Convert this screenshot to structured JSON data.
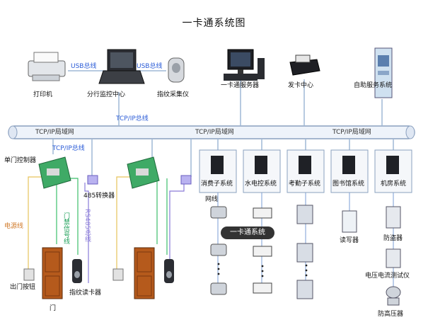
{
  "title": "一卡通系统图",
  "top": {
    "printer": "打印机",
    "monitor_center": "分行监控中心",
    "fingerprint_collector": "指纹采集仪",
    "server": "一卡通服务器",
    "card_center": "发卡中心",
    "self_service": "自助服务系统"
  },
  "links": {
    "usb1": "USB总线",
    "usb2": "USB总线",
    "tcpip_bus": "TCP/IP总线",
    "tcpip_bus2": "TCP/IP总线",
    "lan1": "TCP/IP局域网",
    "lan2": "TCP/IP局域网",
    "lan3": "TCP/IP局域网"
  },
  "left": {
    "door_controller": "单门控制器",
    "converter": "485转换器",
    "power_line": "电源线",
    "door_signal_line": "门禁信号线",
    "rs485": "RS485总线",
    "exit_button": "出门按钮",
    "door": "门",
    "fp_reader": "指纹读卡器"
  },
  "systems": {
    "consume": "消费子系统",
    "water_power": "水电控系统",
    "attendance": "考勤子系统",
    "library": "图书馆系统",
    "machine_room": "机房系统"
  },
  "right": {
    "net_line": "网线",
    "pill": "一卡通系统",
    "reader": "读写器",
    "anti_theft": "防盗器",
    "meter": "电压电流测试仪",
    "anti_loss": "防高压器"
  }
}
